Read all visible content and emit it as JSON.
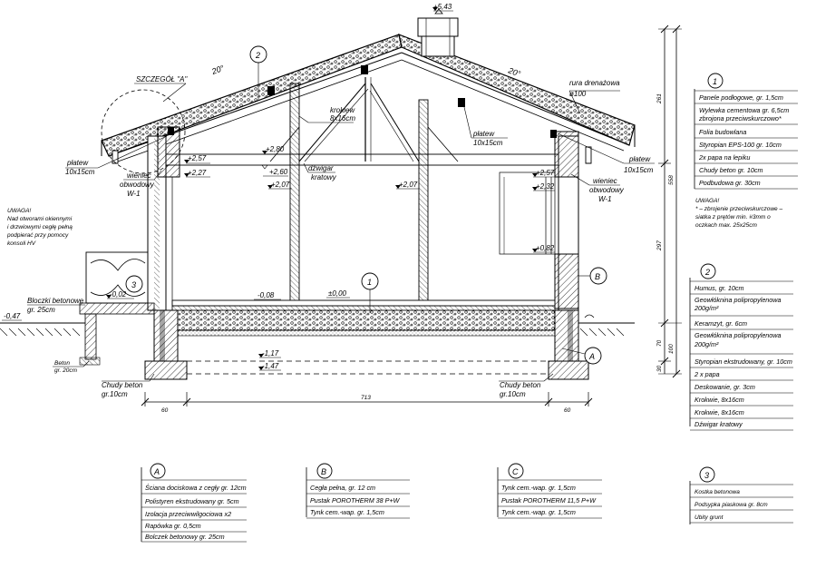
{
  "title_labels": {
    "detail_a": "SZCZEGÓŁ \"A\"",
    "roof_angle": "20°",
    "chimney_level": "+5,43",
    "drain_pipe_1": "rura drenażowa",
    "drain_pipe_2": "ø100",
    "rafter_1": "krokiew",
    "rafter_2": "8x16cm",
    "purlin_left_1": "płatew",
    "purlin_left_2": "10x15cm",
    "purlin_mid_1": "płatew",
    "purlin_mid_2": "10x15cm",
    "purlin_right_1": "płatew",
    "purlin_right_2": "10x15cm",
    "girder_1": "dźwigar",
    "girder_2": "kratowy",
    "ring_beam_left_1": "wieniec",
    "ring_beam_left_2": "obwodowy",
    "ring_beam_left_3": "W-1",
    "ring_beam_right_1": "wieniec",
    "ring_beam_right_2": "obwodowy",
    "ring_beam_right_3": "W-1",
    "note_title": "UWAGA!",
    "note_1": "Nad otworami okiennymi",
    "note_2": "i drzwiowymi cegłę pełną",
    "note_3": "podpierać przy pomocy",
    "note_4": "konsoli HV",
    "blocks_1": "Bloczki betonowe",
    "blocks_2": "gr. 25cm",
    "concrete_1": "Beton",
    "concrete_2": "gr. 20cm",
    "lean_left_1": "Chudy beton",
    "lean_left_2": "gr.10cm",
    "lean_right_1": "Chudy beton",
    "lean_right_2": "gr.10cm"
  },
  "levels": {
    "l257": "+2,57",
    "l227": "+2,27",
    "l280": "+2,80",
    "l260": "+2,60",
    "l207a": "+2,07",
    "l207b": "+2,07",
    "r257": "+2,57",
    "r232": "+2,32",
    "r082": "+0,82",
    "m002": "-0,02",
    "m008": "-0,08",
    "zero": "±0,00",
    "m047": "-0,47",
    "m117": "-1,17",
    "m147": "-1,47"
  },
  "markers": {
    "m1": "1",
    "m2": "2",
    "m3": "3",
    "mA": "A",
    "mB": "B"
  },
  "dimensions": {
    "bottom_left": "60",
    "bottom_mid": "713",
    "bottom_right": "60",
    "right_261": "261",
    "right_558": "558",
    "right_297": "297",
    "right_70": "70",
    "right_100": "100",
    "right_30": "30"
  },
  "legend_1": {
    "number": "1",
    "rows": [
      "Panele podłogowe, gr. 1,5cm",
      "Wylewka cementowa gr. 6,5cm",
      "zbrojona przeciwskurczowo*",
      "Folia budowlana",
      "Styropian EPS-100 gr. 10cm",
      "2x papa na lepiku",
      "Chudy beton gr. 10cm",
      "Podbudowa gr. 30cm"
    ],
    "note_title": "UWAGA!",
    "note_1": "* – zbrojenie przeciwskurczowe –",
    "note_2": "siatka z prętów min. #3mm o",
    "note_3": "oczkach max. 25x25cm"
  },
  "legend_2": {
    "number": "2",
    "rows": [
      "Humus, gr. 10cm",
      "Geowłóknina polipropylenowa",
      "200g/m²",
      "Keramzyt, gr. 6cm",
      "Geowłóknina polipropylenowa",
      "200g/m²",
      "Styropian ekstrudowany, gr. 10cm",
      "2 x papa",
      "Deskowanie, gr. 3cm",
      "Krokwie, 8x16cm",
      "Krokwie, 8x16cm",
      "Dźwigar kratowy"
    ]
  },
  "legend_3": {
    "number": "3",
    "rows": [
      "Kostka betonowa",
      "Podsypka piaskowa gr. 8cm",
      "Ubity grunt"
    ]
  },
  "legend_A": {
    "letter": "A",
    "rows": [
      "Ściana dociskowa z cegły gr. 12cm",
      "Polistyren ekstrudowany gr. 5cm",
      "Izolacja przeciwwilgociowa x2",
      "Rapówka gr. 0,5cm",
      "Bolczek betonowy gr. 25cm"
    ]
  },
  "legend_B": {
    "letter": "B",
    "rows": [
      "Cegła pełna, gr. 12 cm",
      "Pustak POROTHERM 38 P+W",
      "Tynk cem.-wap. gr. 1,5cm"
    ]
  },
  "legend_C": {
    "letter": "C",
    "rows": [
      "Tynk cem.-wap. gr. 1,5cm",
      "Pustak POROTHERM 11,5 P+W",
      "Tynk cem.-wap. gr. 1,5cm"
    ]
  }
}
